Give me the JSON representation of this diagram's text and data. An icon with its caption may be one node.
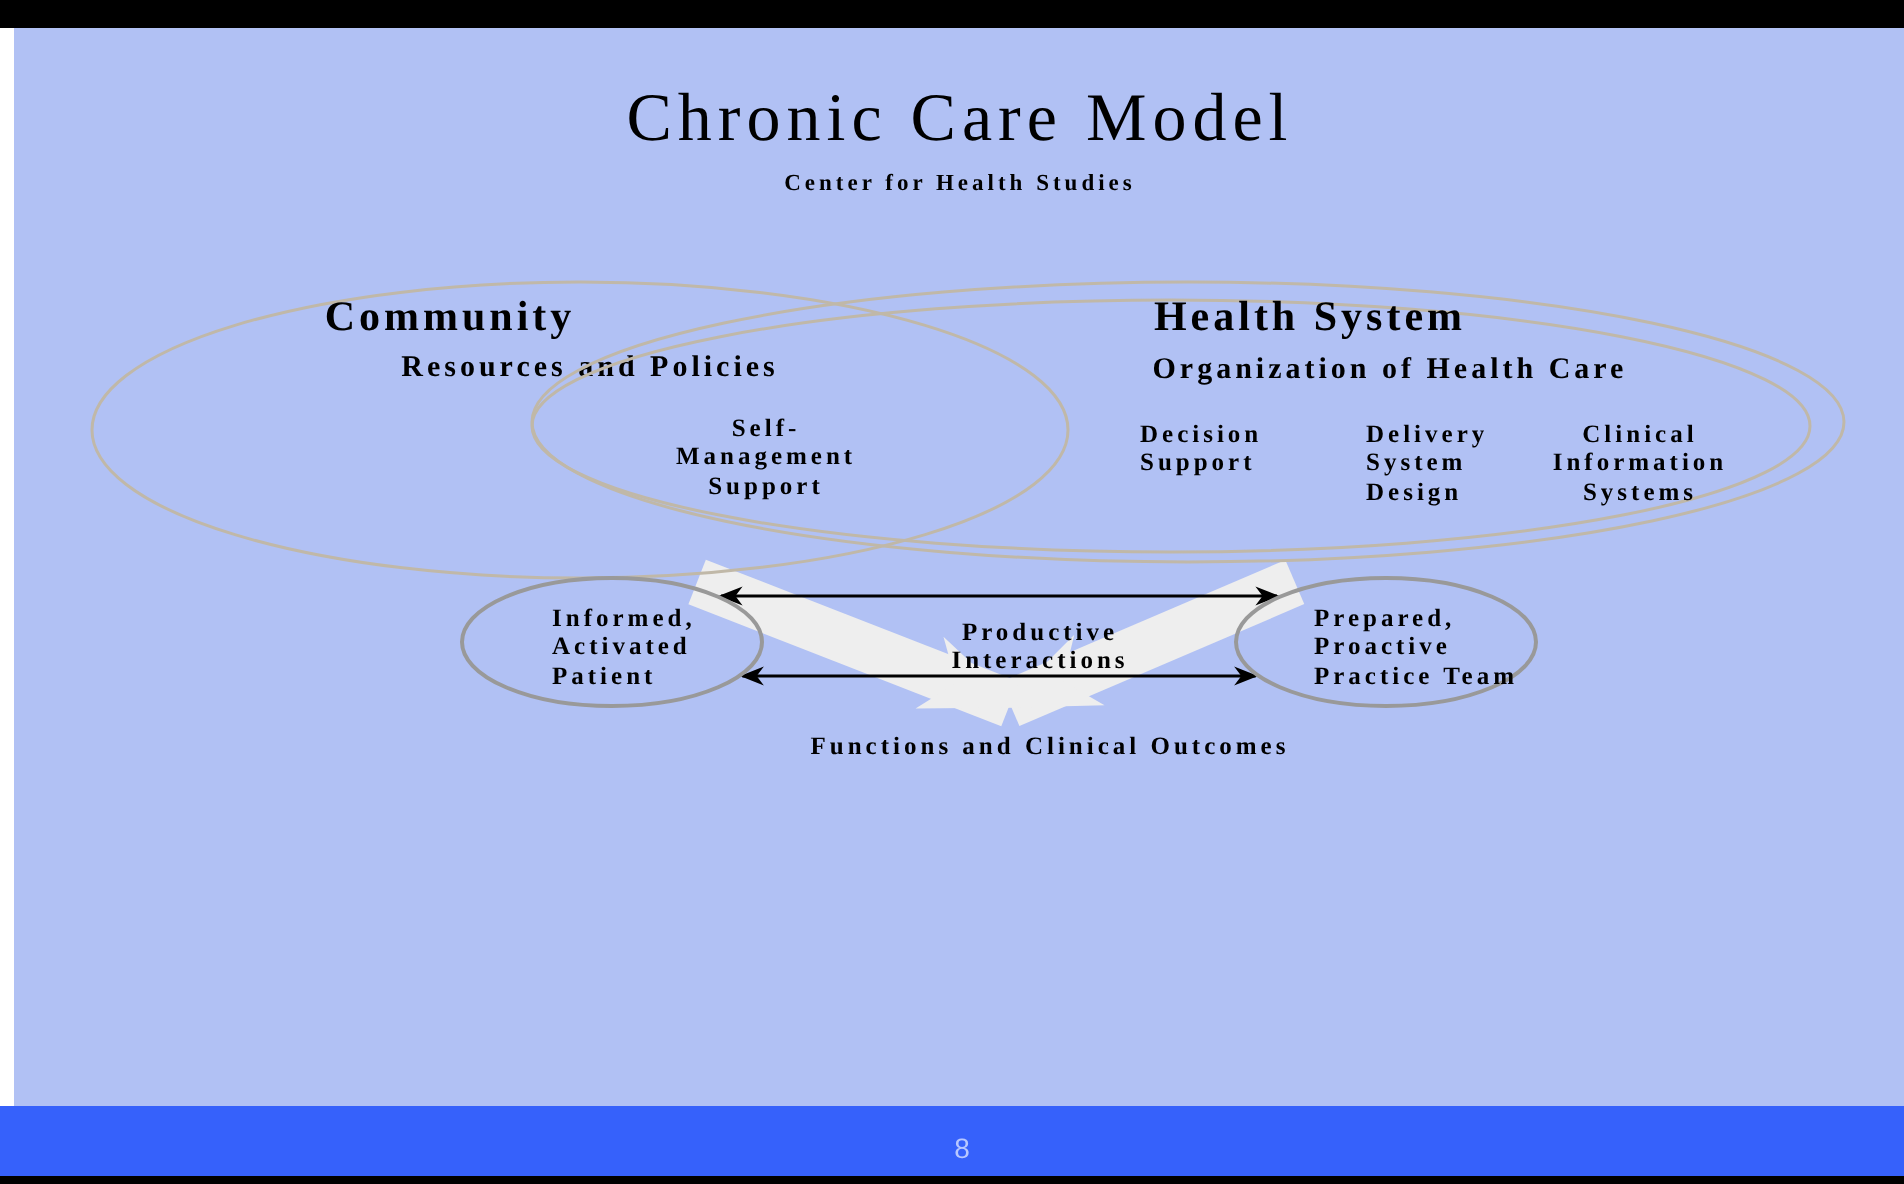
{
  "diagram": {
    "title": "Chronic Care Model",
    "nodes": [
      {
        "text": [
          "Community",
          "Resources and Policies"
        ]
      },
      {
        "text": [
          "Health System",
          "Organization of Health Care"
        ]
      },
      {
        "text": [
          "Informed, Activated Patient"
        ]
      },
      {
        "text": [
          "Prepared, Proactive Practice Team"
        ]
      },
      {
        "text": [
          "Functions and Clinical Outcomes"
        ]
      }
    ],
    "edges": [
      {
        "from": 2,
        "to": 3,
        "arrow": "both"
      },
      {
        "from": 2,
        "to": 3,
        "arrow": "both"
      },
      {
        "from": 2,
        "to": 4,
        "arrow": "to",
        "style": "thick",
        "color": "#eeeeee"
      },
      {
        "from": 3,
        "to": 4,
        "arrow": "to",
        "style": "thick",
        "color": "#eeeeee"
      }
    ],
    "labels": [
      "Center for Health Studies",
      "Self- Management Support",
      "Decision Support",
      "Delivery System Design",
      "Clinical Information Systems",
      "Productive Interactions",
      "8"
    ]
  }
}
